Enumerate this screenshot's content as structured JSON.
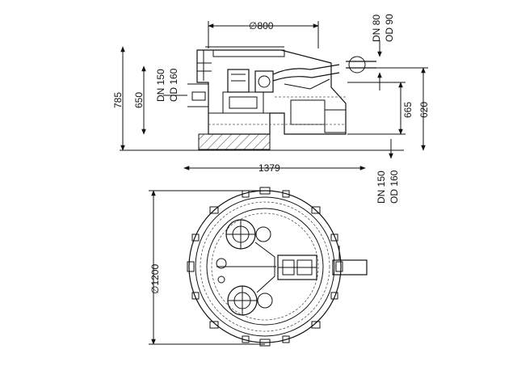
{
  "side_view": {
    "diameter_top": "∅800",
    "outlet_top": "DN 80",
    "outlet_top_od": "OD 90",
    "height_total": "785",
    "height_inner": "650",
    "inlet_left": "DN 150",
    "inlet_left_od": "OD 160",
    "height_inlet_right": "665",
    "height_outlet_right": "620",
    "width_total": "1379"
  },
  "plan_view": {
    "inlet_right": "DN 150",
    "inlet_right_od": "OD 160",
    "diameter_base": "∅1200"
  },
  "colors": {
    "line": "#111111",
    "background": "#ffffff"
  }
}
